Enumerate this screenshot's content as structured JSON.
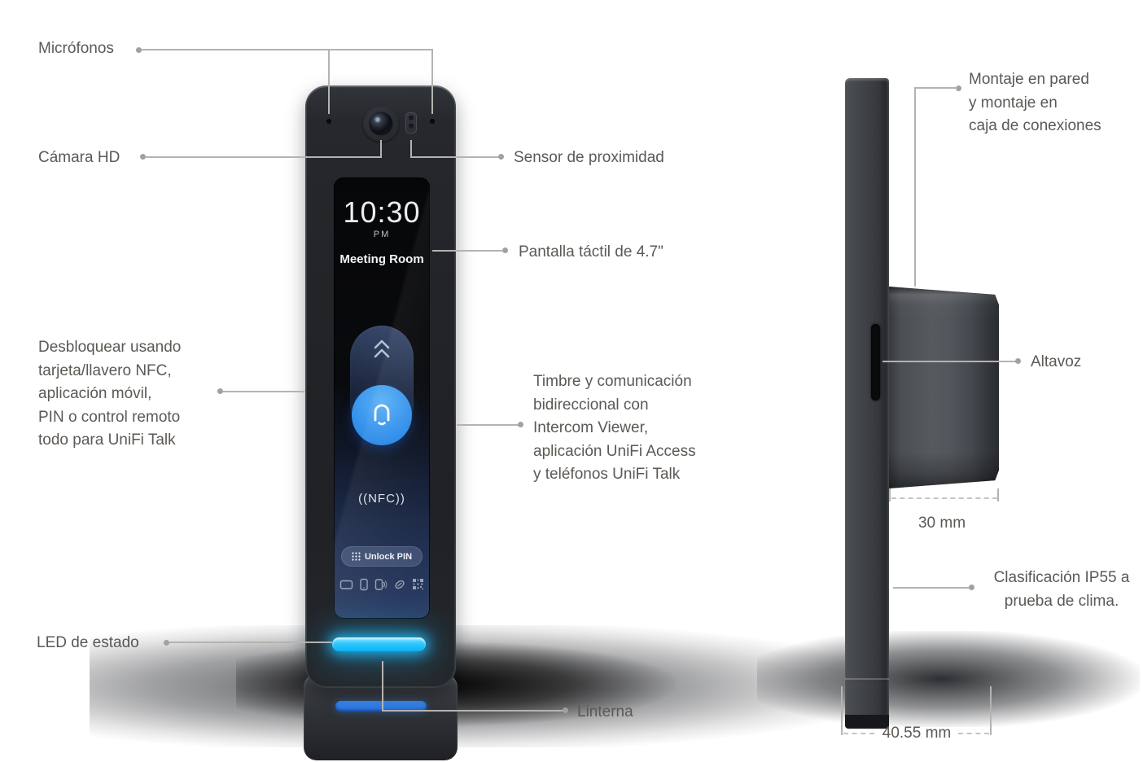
{
  "device": {
    "screen": {
      "time": "10:30",
      "meridiem": "PM",
      "room_name": "Meeting Room",
      "nfc_label": "((NFC))",
      "unlock_button_label": "Unlock PIN"
    }
  },
  "callouts": {
    "microphones": "Micrófonos",
    "hd_camera": "Cámara HD",
    "proximity_sensor": "Sensor de proximidad",
    "touchscreen": "Pantalla táctil de 4.7\"",
    "unlock_methods": "Desbloquear usando\ntarjeta/llavero NFC,\naplicación móvil,\nPIN o control remoto\ntodo para UniFi Talk",
    "two_way_audio": "Timbre y comunicación\nbidireccional con\nIntercom Viewer,\naplicación UniFi Access\ny teléfonos UniFi Talk",
    "status_led": "LED de estado",
    "flashlight": "Linterna",
    "mounting": "Montaje en pared\ny montaje en\ncaja de conexiones",
    "speaker": "Altavoz",
    "ip_rating": "Clasificación IP55 a\nprueba de clima."
  },
  "dimensions": {
    "depth_label": "30 mm",
    "width_label": "40.55 mm"
  },
  "colors": {
    "background": "#ffffff",
    "label_text": "#5c5854",
    "callout_line": "#b5b3b0",
    "bell_blue": "#3b96ee",
    "status_led_cyan": "#1fc3ff",
    "flashlight_blue": "#2b7ce8"
  }
}
